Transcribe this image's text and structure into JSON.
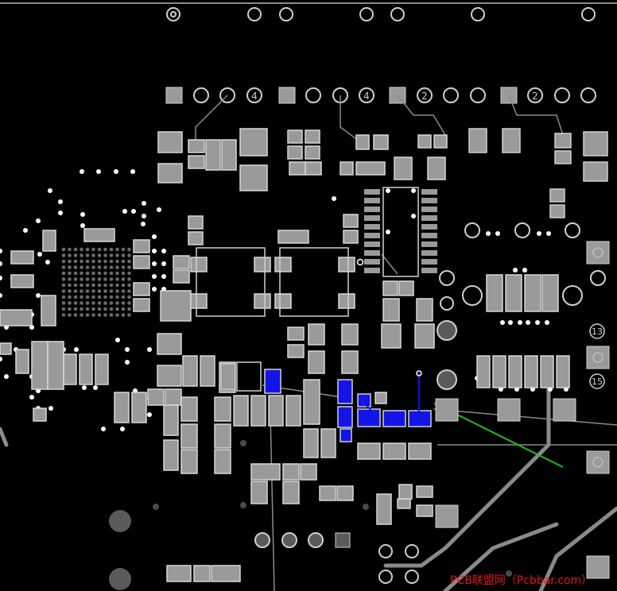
{
  "labels": {
    "pin_4a": "4",
    "pin_4b": "4",
    "pin_2a": "2",
    "pin_2b": "2",
    "pin_13": "13",
    "pin_15": "15",
    "watermark": "PCB联盟网（Pcbbar.com）"
  },
  "colors": {
    "background": "#000000",
    "pad": "#9a9a9a",
    "pad_outline": "#cfcfcf",
    "highlight": "#1010e0",
    "trace": "#8a8a8a",
    "arrow": "#19c119",
    "watermark": "#e01818"
  }
}
